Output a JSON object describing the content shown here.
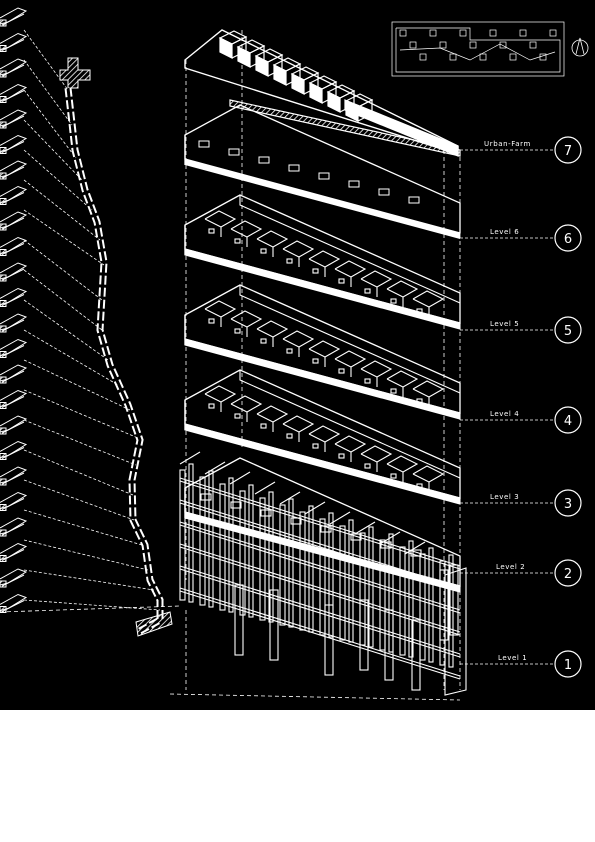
{
  "levels": [
    {
      "label": "Urban-Farm",
      "number": "7"
    },
    {
      "label": "Level 6",
      "number": "6"
    },
    {
      "label": "Level 5",
      "number": "5"
    },
    {
      "label": "Level 4",
      "number": "4"
    },
    {
      "label": "Level 3",
      "number": "3"
    },
    {
      "label": "Level 2",
      "number": "2"
    },
    {
      "label": "Level 1",
      "number": "1"
    }
  ],
  "colors": {
    "background": "#000000",
    "linework": "#ffffff",
    "page": "#ffffff"
  },
  "icons": {
    "north_arrow": "north-arrow-icon",
    "key_plan": "key-plan-thumbnail"
  }
}
